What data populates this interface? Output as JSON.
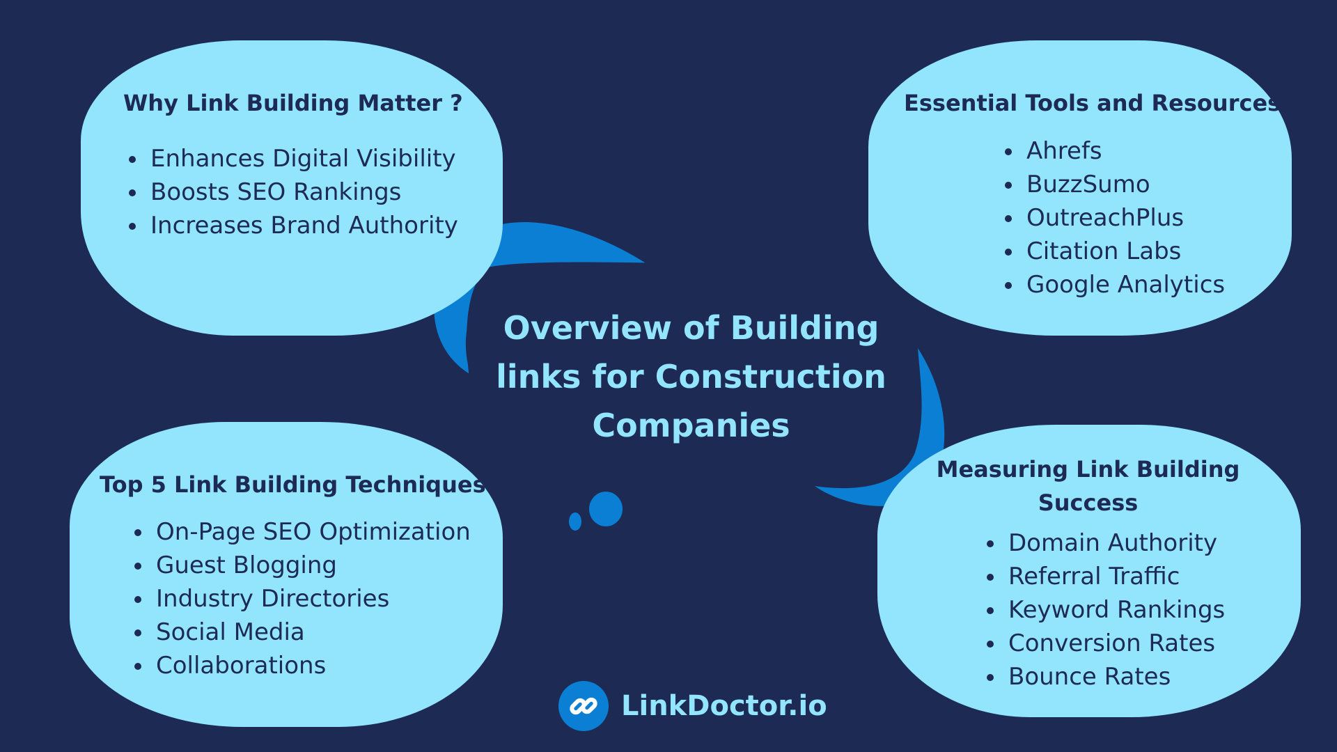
{
  "colors": {
    "background": "#1c2a54",
    "panel_fill": "#93e5fd",
    "accent_blue": "#0b7fd4",
    "dark_text": "#1c2a54",
    "light_text": "#93e5fd"
  },
  "center": {
    "title": "Overview of Building links for Construction Companies"
  },
  "panels": {
    "top_left": {
      "title": "Why Link Building Matter ?",
      "items": [
        "Enhances Digital Visibility",
        "Boosts SEO Rankings",
        "Increases Brand Authority"
      ]
    },
    "top_right": {
      "title": "Essential Tools and Resources",
      "items": [
        "Ahrefs",
        "BuzzSumo",
        "OutreachPlus",
        "Citation Labs",
        "Google Analytics"
      ]
    },
    "bottom_left": {
      "title": "Top 5 Link Building Techniques",
      "items": [
        "On-Page SEO Optimization",
        "Guest Blogging",
        "Industry Directories",
        "Social Media",
        "Collaborations"
      ]
    },
    "bottom_right": {
      "title": "Measuring Link Building Success",
      "items": [
        "Domain Authority",
        "Referral Traffic",
        "Keyword Rankings",
        "Conversion Rates",
        "Bounce Rates"
      ]
    }
  },
  "brand": {
    "name": "LinkDoctor.io",
    "icon": "chain-link-icon"
  }
}
